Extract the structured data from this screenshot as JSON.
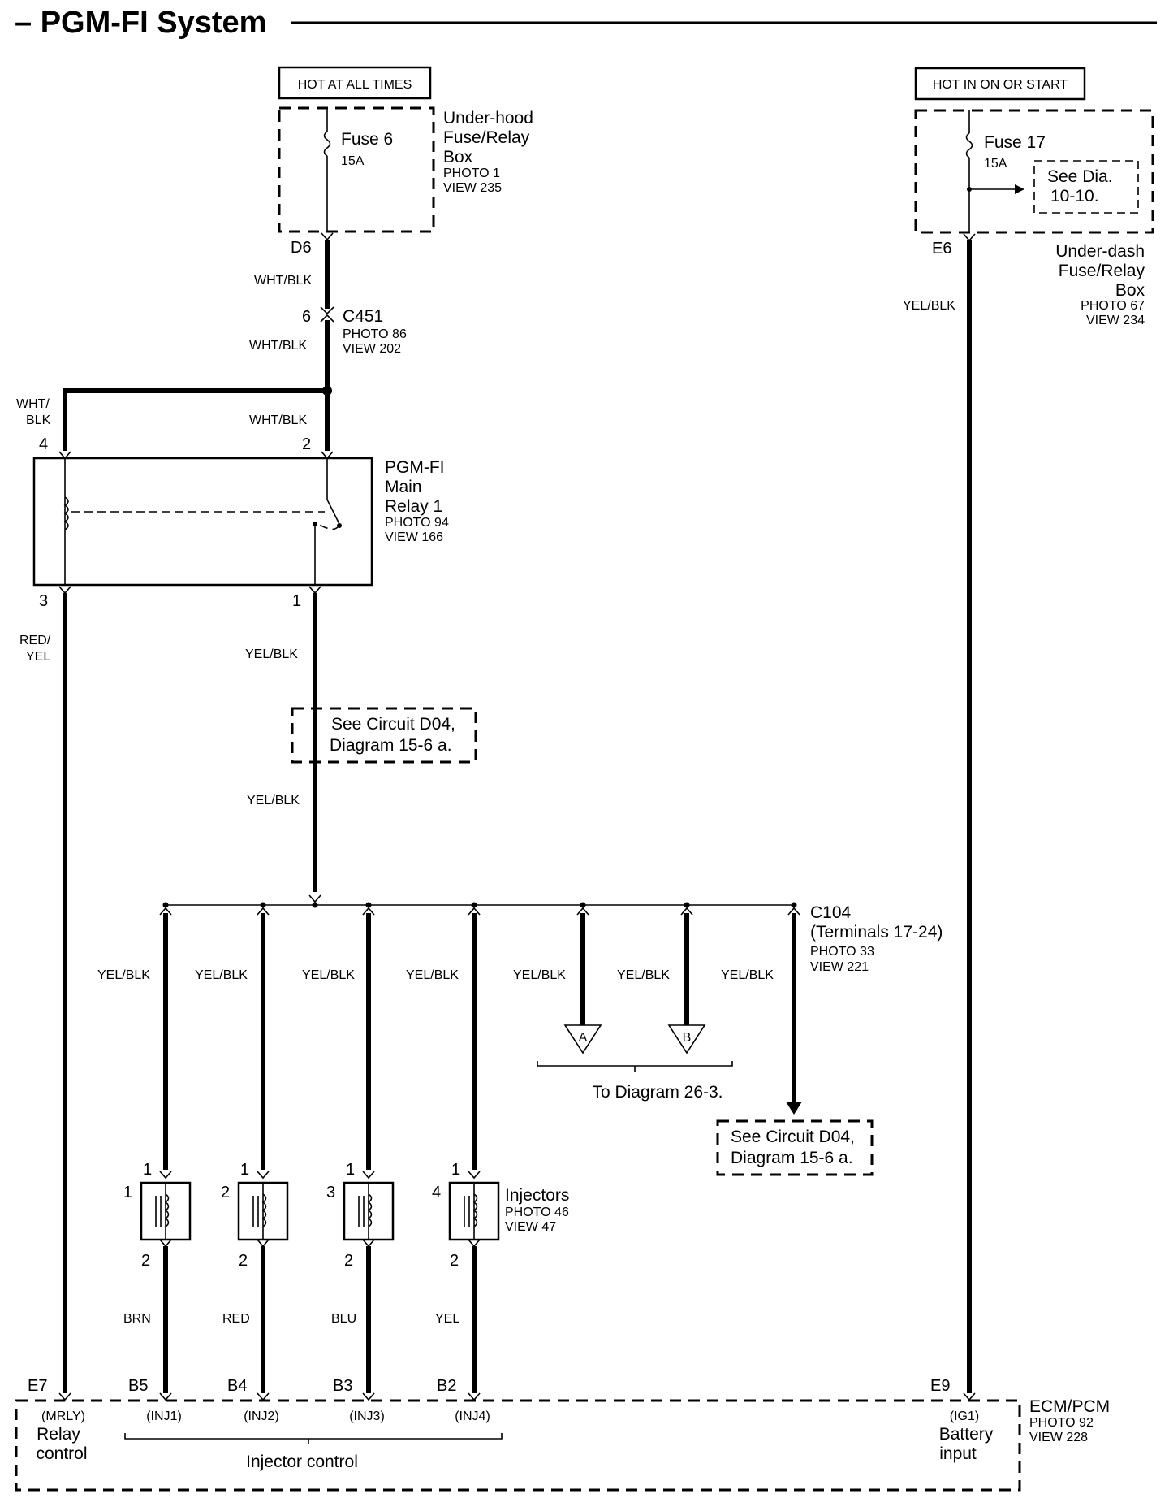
{
  "title": "– PGM-FI System",
  "hot_at_all_times": "HOT AT ALL TIMES",
  "hot_in_on": "HOT IN ON OR START",
  "fuse6": {
    "name": "Fuse 6",
    "rating": "15A"
  },
  "fuse17": {
    "name": "Fuse 17",
    "rating": "15A"
  },
  "underhood_box": {
    "l1": "Under-hood",
    "l2": "Fuse/Relay",
    "l3": "Box",
    "photo": "PHOTO 1",
    "view": "VIEW 235"
  },
  "underdash_box": {
    "l1": "Under-dash",
    "l2": "Fuse/Relay",
    "l3": "Box",
    "photo": "PHOTO 67",
    "view": "VIEW 234"
  },
  "see_dia_10": {
    "l1": "See Dia.",
    "l2": "10-10."
  },
  "d6": "D6",
  "e6": "E6",
  "c451": {
    "pin": "6",
    "name": "C451",
    "photo": "PHOTO 86",
    "view": "VIEW 202"
  },
  "relay": {
    "l1": "PGM-FI",
    "l2": "Main",
    "l3": "Relay 1",
    "photo": "PHOTO 94",
    "view": "VIEW 166",
    "pin4": "4",
    "pin2": "2",
    "pin3": "3",
    "pin1": "1"
  },
  "wires": {
    "wht_blk_a": "WHT/BLK",
    "wht_blk_b": "WHT/BLK",
    "wht_blk_c": "WHT/BLK",
    "wht_blk_left1": "WHT/",
    "wht_blk_left2": "BLK",
    "red_yel1": "RED/",
    "red_yel2": "YEL",
    "yel_blk_1": "YEL/BLK",
    "yel_blk_2": "YEL/BLK",
    "yel_blk_right": "YEL/BLK",
    "branches": [
      "YEL/BLK",
      "YEL/BLK",
      "YEL/BLK",
      "YEL/BLK",
      "YEL/BLK",
      "YEL/BLK",
      "YEL/BLK"
    ],
    "inj_out": [
      "BRN",
      "RED",
      "BLU",
      "YEL"
    ]
  },
  "see_circuit_1": {
    "l1": "See Circuit D04,",
    "l2": "Diagram 15-6 a."
  },
  "see_circuit_2": {
    "l1": "See Circuit D04,",
    "l2": "Diagram 15-6 a."
  },
  "c104": {
    "l1": "C104",
    "l2": "(Terminals 17-24)",
    "photo": "PHOTO 33",
    "view": "VIEW 221"
  },
  "to_diagram": "To Diagram 26-3.",
  "conn_a": "A",
  "conn_b": "B",
  "injectors": {
    "label": "Injectors",
    "photo": "PHOTO 46",
    "view": "VIEW 47",
    "nums": [
      "1",
      "2",
      "3",
      "4"
    ],
    "top_pins": [
      "1",
      "1",
      "1",
      "1"
    ],
    "bottom_pins": [
      "2",
      "2",
      "2",
      "2"
    ]
  },
  "ecm": {
    "l1": "ECM/PCM",
    "photo": "PHOTO 92",
    "view": "VIEW 228",
    "pins": [
      "E7",
      "B5",
      "B4",
      "B3",
      "B2",
      "E9"
    ],
    "mrly": "(MRLY)",
    "relay_ctrl1": "Relay",
    "relay_ctrl2": "control",
    "inj_codes": [
      "(INJ1)",
      "(INJ2)",
      "(INJ3)",
      "(INJ4)"
    ],
    "inj_ctrl": "Injector control",
    "ig1": "(IG1)",
    "batt1": "Battery",
    "batt2": "input"
  }
}
